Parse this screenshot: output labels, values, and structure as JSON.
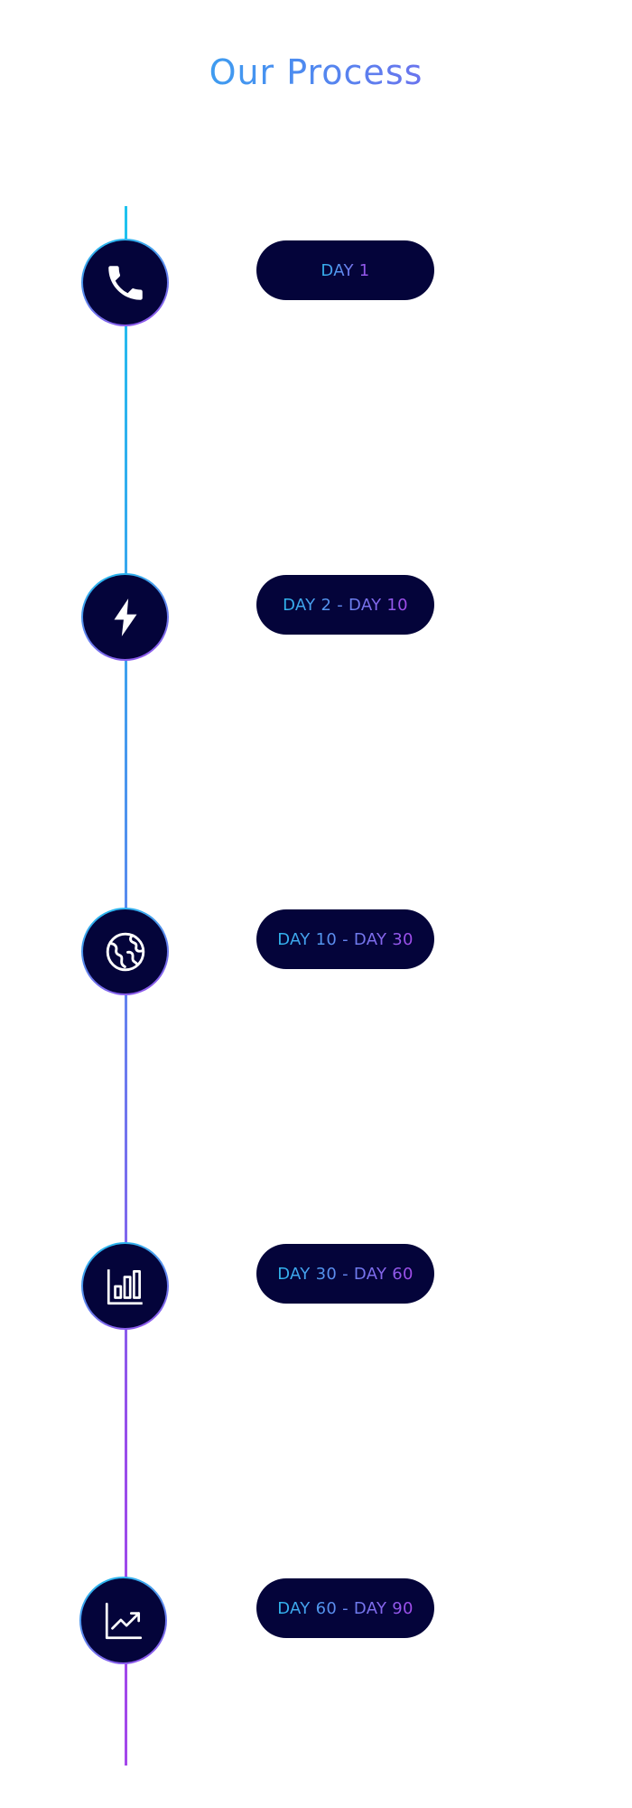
{
  "header": {
    "title": "Our Process"
  },
  "colors": {
    "navy": "#04043a",
    "gradient_start": "#1ec3ee",
    "gradient_end": "#9a4cea"
  },
  "steps": [
    {
      "label": "DAY 1",
      "icon": "phone-icon"
    },
    {
      "label": "DAY 2 - DAY 10",
      "icon": "lightning-icon"
    },
    {
      "label": "DAY 10 - DAY 30",
      "icon": "globe-icon"
    },
    {
      "label": "DAY 30 - DAY 60",
      "icon": "bar-chart-icon"
    },
    {
      "label": "DAY 60 - DAY 90",
      "icon": "trending-up-icon"
    }
  ]
}
